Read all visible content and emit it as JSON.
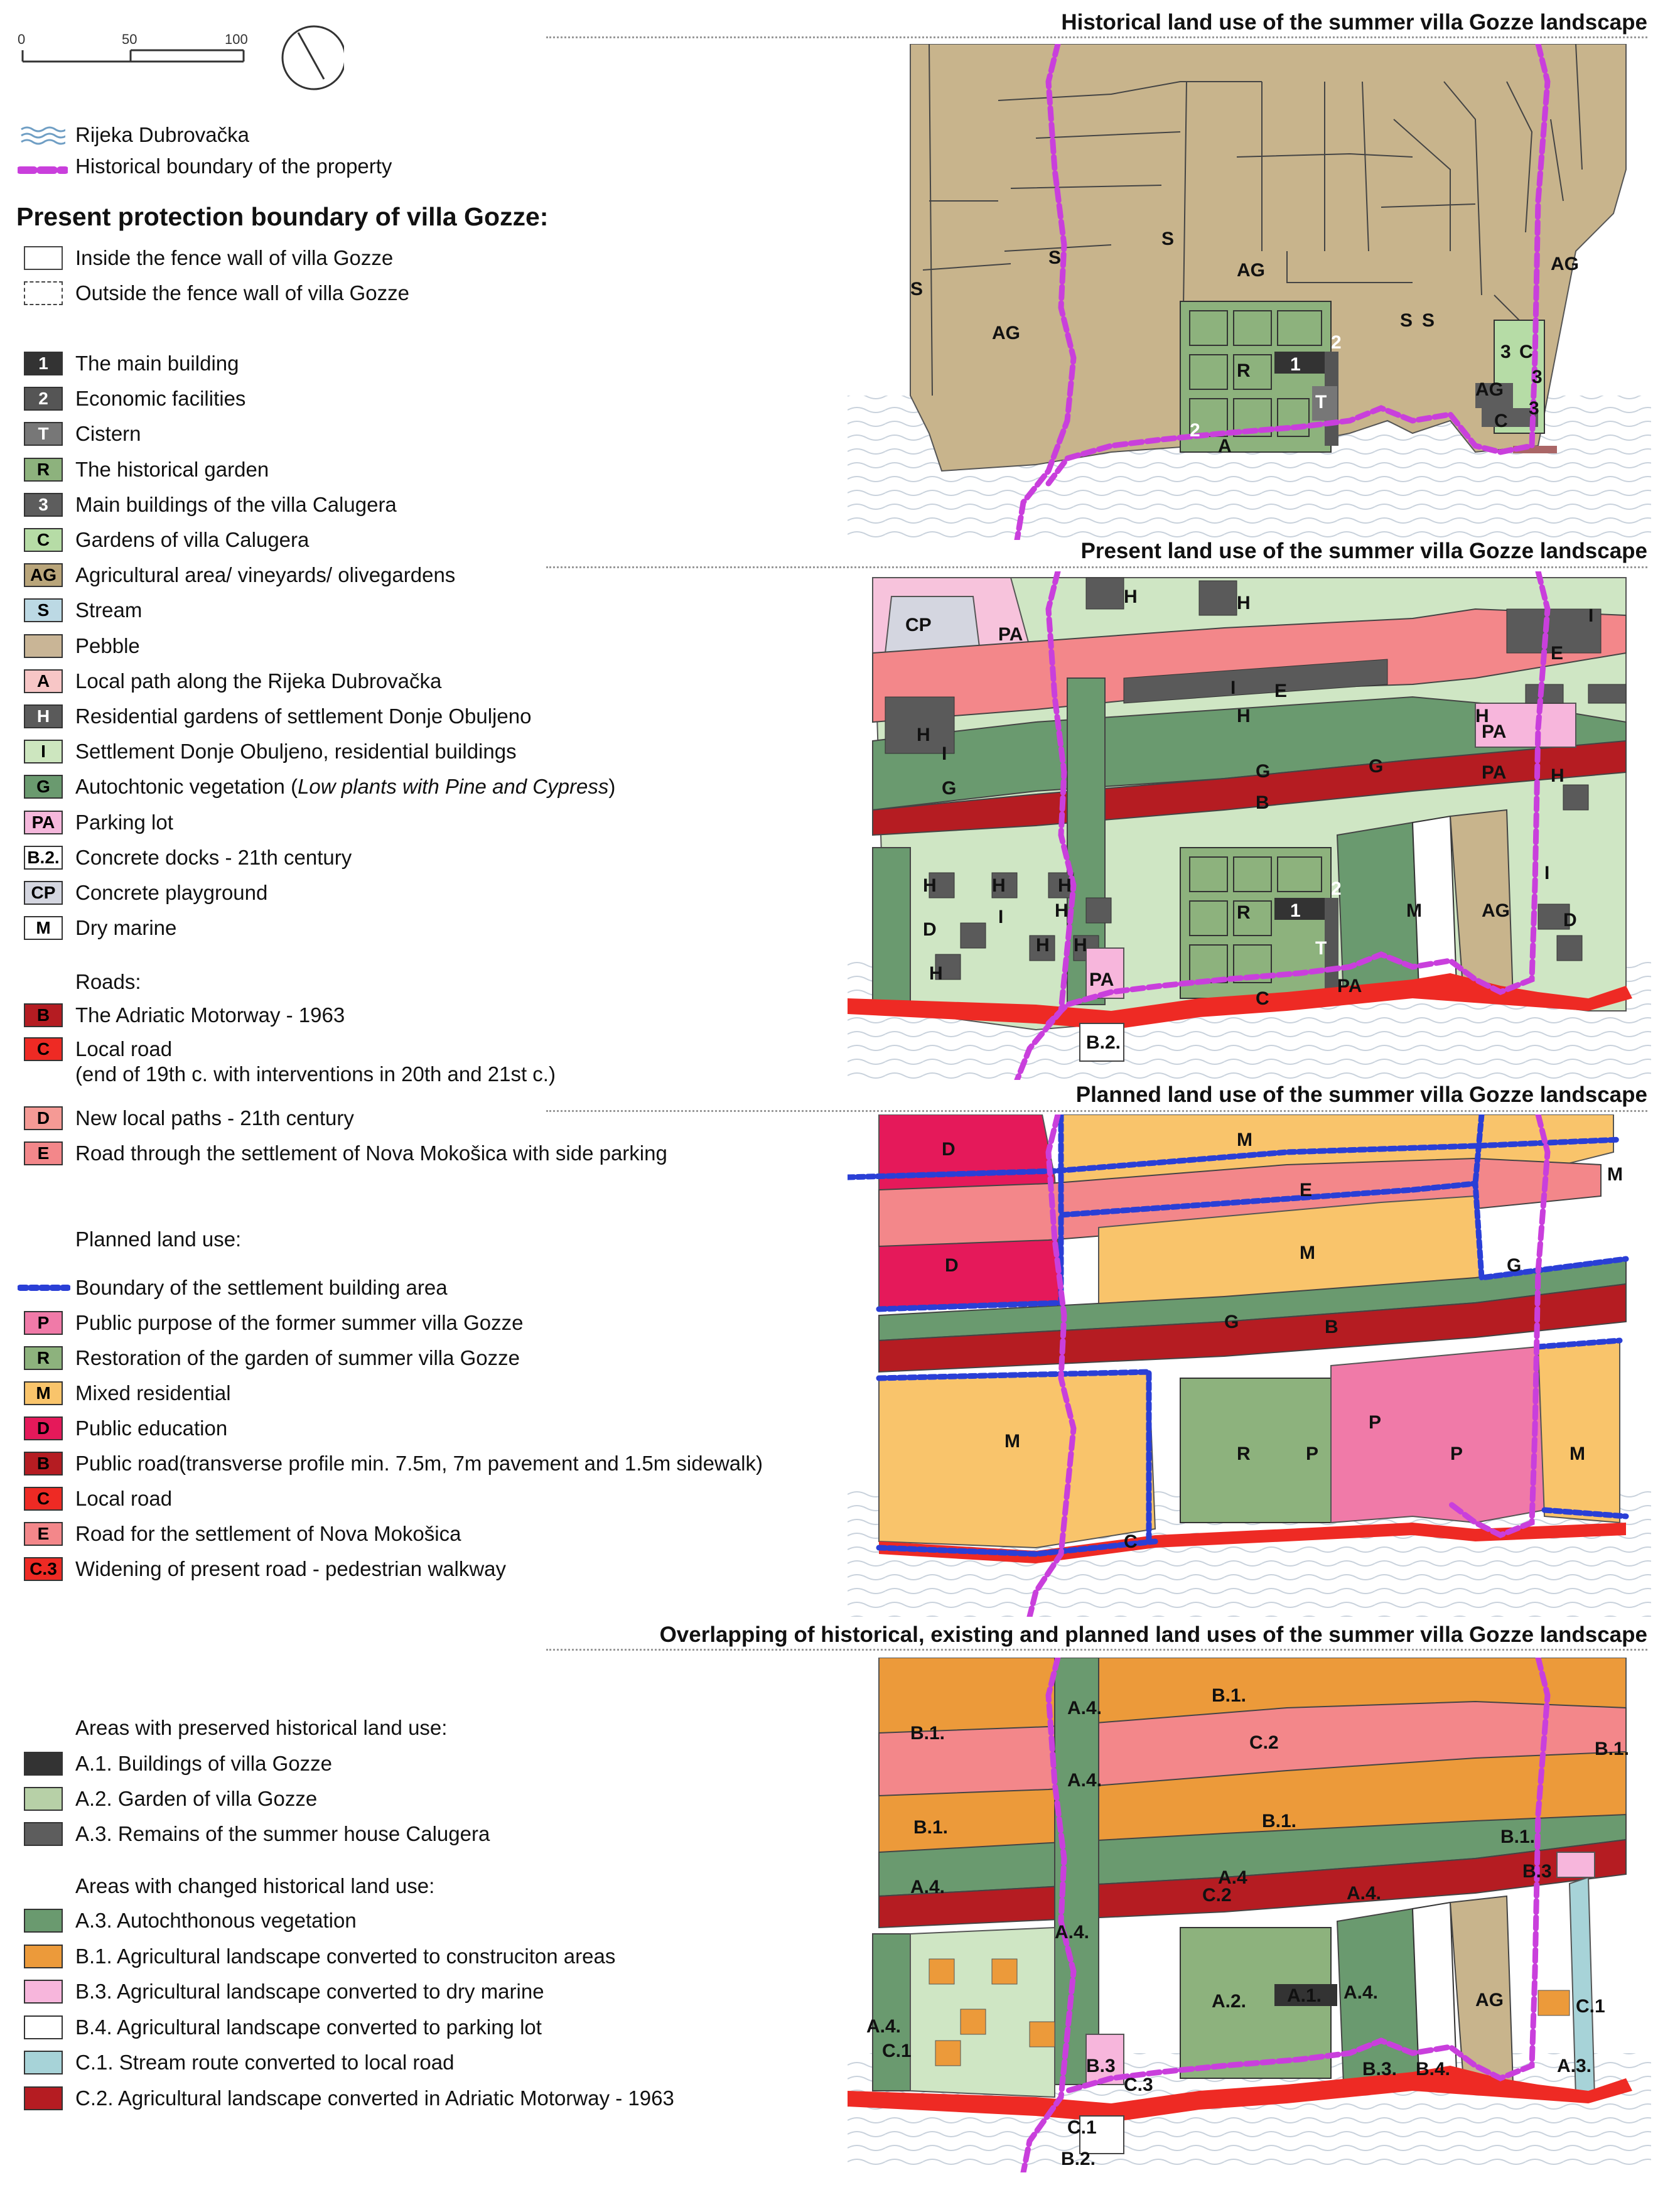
{
  "scale": {
    "ticks": [
      "0",
      "50",
      "100"
    ]
  },
  "legend": {
    "water": "Rijeka Dubrovačka",
    "hist_boundary": "Historical boundary of the property",
    "protection_heading": "Present protection boundary of villa Gozze:",
    "inside_fence": "Inside the fence wall of villa Gozze",
    "outside_fence": "Outside the fence wall of villa Gozze",
    "items": [
      {
        "code": "1",
        "label": "The main building",
        "color": "#333333",
        "text_color": "#ffffff"
      },
      {
        "code": "2",
        "label": "Economic facilities",
        "color": "#555555",
        "text_color": "#ffffff"
      },
      {
        "code": "T",
        "label": "Cistern",
        "color": "#777777",
        "text_color": "#ffffff"
      },
      {
        "code": "R",
        "label": "The historical garden",
        "color": "#8db27d",
        "text_color": "#000000"
      },
      {
        "code": "3",
        "label": "Main buildings of the villa Calugera",
        "color": "#5d5d5d",
        "text_color": "#ffffff"
      },
      {
        "code": "C",
        "label": "Gardens of villa Calugera",
        "color": "#b6dca6",
        "text_color": "#000000"
      },
      {
        "code": "AG",
        "label": "Agricultural area/ vineyards/ olivegardens",
        "color": "#b9a57a",
        "text_color": "#000000"
      },
      {
        "code": "S",
        "label": "Stream",
        "color": "#bcd9e4",
        "text_color": "#000000"
      },
      {
        "code": "",
        "label": "Pebble",
        "color": "#c9b596",
        "text_color": "#000000"
      },
      {
        "code": "A",
        "label": "Local  path along the Rijeka Dubrovačka",
        "color": "#f7c6c6",
        "text_color": "#000000"
      },
      {
        "code": "H",
        "label": "Residential gardens of settlement Donje Obuljeno",
        "color": "#5a5a5a",
        "text_color": "#ffffff"
      },
      {
        "code": "I",
        "label": "Settlement Donje Obuljeno, residential buildings",
        "color": "#cde6bf",
        "text_color": "#000000"
      },
      {
        "code": "G",
        "label": "Autochtonic vegetation (",
        "italic": "Low plants with Pine and Cypress",
        "suffix": ")",
        "color": "#6a9a6f",
        "text_color": "#000000"
      },
      {
        "code": "PA",
        "label": "Parking lot",
        "color": "#f5b8dc",
        "text_color": "#000000"
      },
      {
        "code": "B.2.",
        "label": "Concrete docks - 21th century",
        "color": "#ffffff",
        "text_color": "#000000"
      },
      {
        "code": "CP",
        "label": "Concrete playground",
        "color": "#d4d6e0",
        "text_color": "#000000"
      },
      {
        "code": "M",
        "label": "Dry marine",
        "color": "#ffffff",
        "text_color": "#000000"
      }
    ],
    "roads_heading": "Roads:",
    "roads": [
      {
        "code": "B",
        "label": "The Adriatic Motorway - 1963",
        "color": "#b51c22",
        "text_color": "#000000"
      },
      {
        "code": "C",
        "label": "Local road",
        "label2": "(end of 19th c. with interventions in 20th and 21st c.)",
        "color": "#ee2a24",
        "text_color": "#000000"
      },
      {
        "code": "D",
        "label": "New local paths - 21th century",
        "color": "#f59a95",
        "text_color": "#000000"
      },
      {
        "code": "E",
        "label": "Road through the settlement of Nova Mokošica with side parking",
        "color": "#f3878a",
        "text_color": "#000000"
      }
    ],
    "planned_heading": "Planned land use:",
    "settlement_boundary": "Boundary of the settlement building area",
    "planned": [
      {
        "code": "P",
        "label": "Public purpose of the former summer villa Gozze",
        "color": "#f07aa8",
        "text_color": "#000000"
      },
      {
        "code": "R",
        "label": "Restoration of the garden of summer villa Gozze",
        "color": "#8db27d",
        "text_color": "#000000"
      },
      {
        "code": "M",
        "label": "Mixed residential",
        "color": "#f9c46b",
        "text_color": "#000000"
      },
      {
        "code": "D",
        "label": "Public education",
        "color": "#e5195a",
        "text_color": "#000000"
      },
      {
        "code": "B",
        "label": "Public road(transverse profile min. 7.5m, 7m pavement and 1.5m sidewalk)",
        "color": "#b51c22",
        "text_color": "#000000"
      },
      {
        "code": "C",
        "label": "Local road",
        "color": "#ee2a24",
        "text_color": "#000000"
      },
      {
        "code": "E",
        "label": "Road for the settlement of Nova Mokošica",
        "color": "#f3878a",
        "text_color": "#000000"
      },
      {
        "code": "C.3",
        "label": "Widening of present road - pedestrian walkway",
        "color": "#ee2a24",
        "text_color": "#000000"
      }
    ],
    "preserved_heading": "Areas with preserved historical land use:",
    "preserved": [
      {
        "label": "A.1.   Buildings of villa Gozze",
        "color": "#333333"
      },
      {
        "label": "A.2.   Garden of villa Gozze",
        "color": "#b7d0a7"
      },
      {
        "label": "A.3.   Remains of the summer house Calugera",
        "color": "#5d5d5d"
      }
    ],
    "changed_heading": "Areas with changed historical land use:",
    "changed": [
      {
        "label": "A.3.      Autochthonous vegetation",
        "color": "#6a9a6f"
      },
      {
        "label": "B.1.      Agricultural landscape converted to construciton areas",
        "color": "#ec9a3a"
      },
      {
        "label": "B.3.      Agricultural landscape converted to dry marine",
        "color": "#f7b6dc"
      },
      {
        "label": "B.4.      Agricultural landscape converted to parking lot",
        "color": "#ffffff"
      },
      {
        "label": "C.1.      Stream route converted to local road",
        "color": "#a7d3d8"
      },
      {
        "label": "C.2.      Agricultural landscape converted in Adriatic Motorway - 1963",
        "color": "#b51c22"
      }
    ]
  },
  "panels": {
    "historical": {
      "title": "Historical  land use of the summer villa Gozze landscape",
      "labels": [
        "S",
        "AG",
        "S",
        "S",
        "AG",
        "R",
        "1",
        "2",
        "T",
        "2",
        "A",
        "S",
        "S",
        "AG",
        "AG",
        "3",
        "C",
        "3",
        "3",
        "C"
      ]
    },
    "present": {
      "title": "Present  land use of the summer villa Gozze landscape",
      "labels": [
        "CP",
        "PA",
        "H",
        "H",
        "I",
        "E",
        "I",
        "H",
        "H",
        "H",
        "E",
        "PA",
        "I",
        "G",
        "G",
        "B",
        "G",
        "PA",
        "H",
        "H",
        "H",
        "H",
        "I",
        "D",
        "H",
        "H",
        "H",
        "H",
        "PA",
        "R",
        "1",
        "2",
        "T",
        "PA",
        "M",
        "AG",
        "I",
        "D",
        "C",
        "B.2."
      ]
    },
    "planned": {
      "title": "Planned  land use of the summer villa Gozze landscape",
      "labels": [
        "D",
        "M",
        "E",
        "M",
        "D",
        "M",
        "G",
        "G",
        "B",
        "M",
        "R",
        "P",
        "P",
        "P",
        "M",
        "C"
      ]
    },
    "overlap": {
      "title": "Overlapping of historical, existing and planned land uses of the summer villa Gozze landscape",
      "labels": [
        "B.1.",
        "A.4.",
        "B.1.",
        "C.2",
        "B.1.",
        "A.4.",
        "B.1.",
        "B.1.",
        "B.1.",
        "A.4.",
        "A.4",
        "C.2",
        "A.4.",
        "B.3",
        "A.4.",
        "A.2.",
        "A.1.",
        "A.4.",
        "AG",
        "C.1",
        "A.4.",
        "C.1",
        "B.3",
        "C.3",
        "B.3.",
        "B.4.",
        "A.3.",
        "C.1",
        "B.2."
      ]
    }
  },
  "colors": {
    "boundary_pink": "#c93fdc",
    "boundary_blue": "#2a3fd6",
    "agri": "#c8b48c",
    "garden": "#8db27d",
    "light_green": "#cfe6c4",
    "veg": "#6a9a6f",
    "road_red": "#b51c22",
    "local_red": "#ee2a24",
    "settle_road": "#f3878a",
    "residential": "#f9c46b",
    "orange": "#ec9a3a",
    "magenta": "#e5195a"
  }
}
